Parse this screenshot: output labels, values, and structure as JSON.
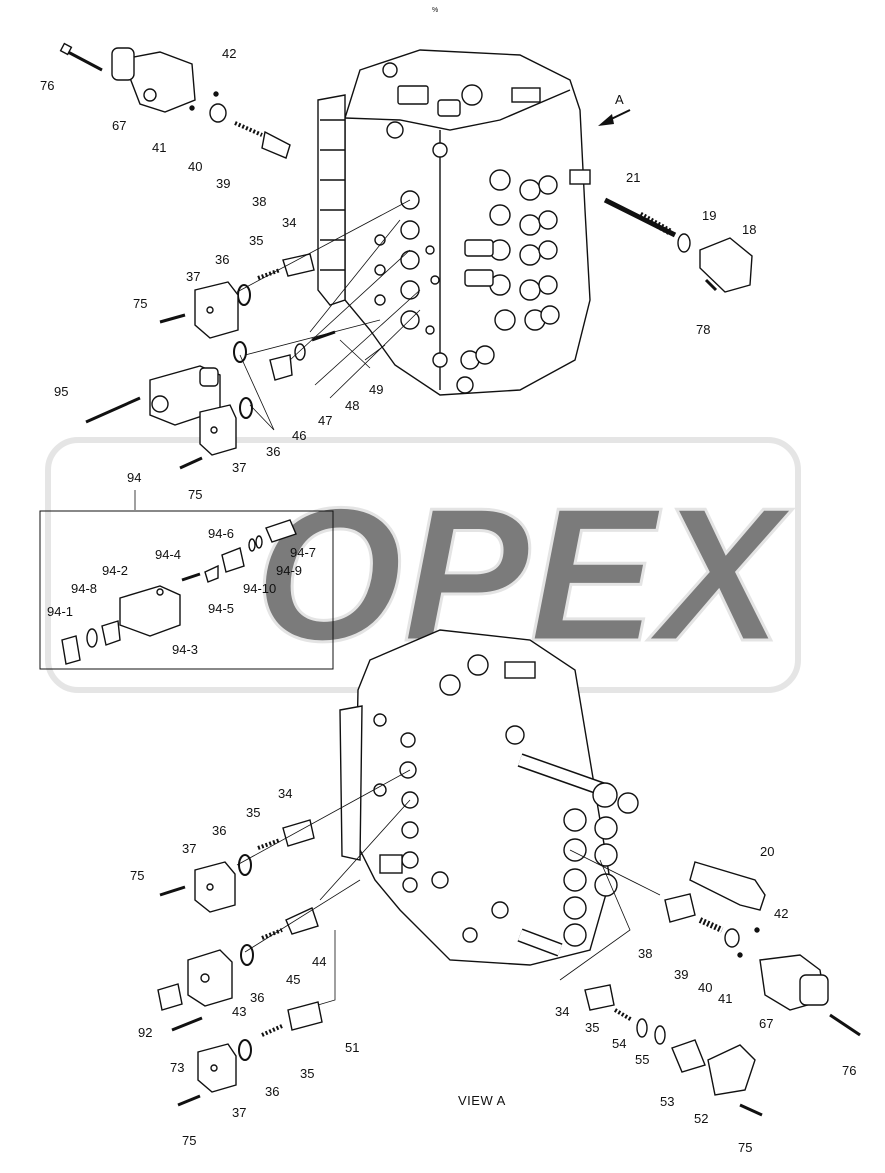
{
  "title_mark": "%",
  "watermark": {
    "text": "OPEX",
    "color": "#d9d9d9"
  },
  "view_caption": "VIEW  A",
  "arrow_label": "A",
  "inset_ref": "94",
  "labels": {
    "l76a": "76",
    "l42a": "42",
    "l67a": "67",
    "l41a": "41",
    "l40a": "40",
    "l39a": "39",
    "l38a": "38",
    "l34a": "34",
    "l35a": "35",
    "l36a": "36",
    "l37a": "37",
    "l75a": "75",
    "l21": "21",
    "l19": "19",
    "l18": "18",
    "l78": "78",
    "l49": "49",
    "l48": "48",
    "l47": "47",
    "l46": "46",
    "l95": "95",
    "l36b": "36",
    "l37b": "37",
    "l75b": "75",
    "l94": "94",
    "i941": "94-1",
    "i942": "94-2",
    "i943": "94-3",
    "i944": "94-4",
    "i945": "94-5",
    "i946": "94-6",
    "i947": "94-7",
    "i948": "94-8",
    "i949": "94-9",
    "i9410": "94-10",
    "l34b": "34",
    "l35b": "35",
    "l36c": "36",
    "l37c": "37",
    "l75c": "75",
    "l20": "20",
    "l42b": "42",
    "l38b": "38",
    "l39b": "39",
    "l40b": "40",
    "l41b": "41",
    "l67b": "67",
    "l76b": "76",
    "l44": "44",
    "l45": "45",
    "l36d": "36",
    "l43": "43",
    "l92": "92",
    "l73": "73",
    "l51": "51",
    "l35c": "35",
    "l36e": "36",
    "l37d": "37",
    "l75d": "75",
    "l34c": "34",
    "l35d": "35",
    "l54": "54",
    "l55": "55",
    "l53": "53",
    "l52": "52",
    "l75e": "75"
  }
}
